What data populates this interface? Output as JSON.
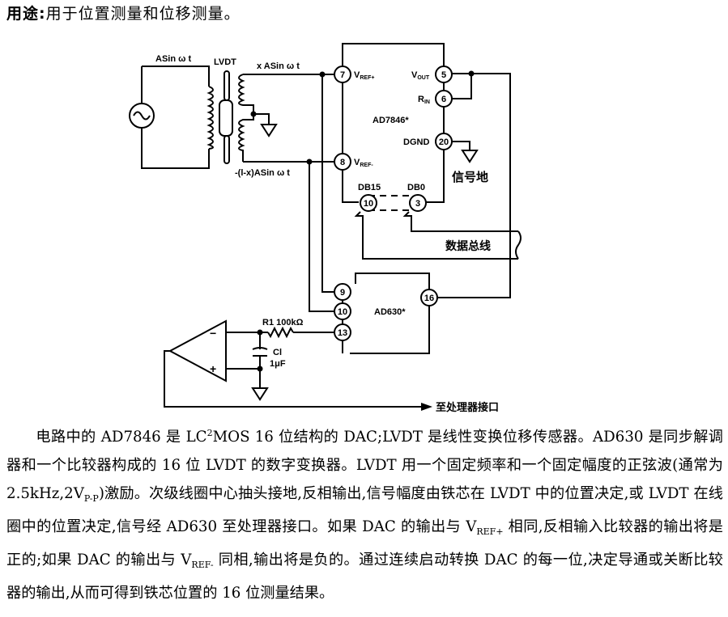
{
  "header": {
    "label": "用途",
    "colon": ":",
    "text": "用于位置测量和位移测量。"
  },
  "diagram": {
    "source_label": "ASin ω t",
    "lvdt_label": "LVDT",
    "secondary_top_label": "x ASin ω t",
    "secondary_bottom_label": "-(l-x)ASin ω t",
    "dac": {
      "name": "AD7846*",
      "pins": [
        {
          "num": "7",
          "label": "V",
          "sub": "REF+"
        },
        {
          "num": "8",
          "label": "V",
          "sub": "REF-"
        },
        {
          "num": "5",
          "label": "V",
          "sub": "OUT"
        },
        {
          "num": "6",
          "label": "R",
          "sub": "IN"
        },
        {
          "num": "20",
          "label": "DGND",
          "sub": ""
        },
        {
          "num": "10",
          "label": "DB15",
          "sub": ""
        },
        {
          "num": "3",
          "label": "DB0",
          "sub": ""
        }
      ]
    },
    "signal_ground_label": "信号地",
    "data_bus_label": "数据总线",
    "demod": {
      "name": "AD630*",
      "pins": [
        "9",
        "10",
        "13",
        "16"
      ]
    },
    "resistor_label": "R1 100kΩ",
    "capacitor_label": "Cl",
    "capacitor_value": "1μF",
    "opamp_minus": "−",
    "opamp_plus": "+",
    "output_label": "至处理器接口"
  },
  "body": {
    "line1a": "电路中的 AD7846 是 LC",
    "line1sup": "2",
    "line1b": "MOS 16 位结构的 DAC;LVDT 是线性变换位移传感器。AD630 是同步解调器和一个比较器构成的 16 位 LVDT 的数字变换器。LVDT 用一个固定频率和一个固定幅度的正弦波(通常为 2.5kHz,2V",
    "line1sub": "P-P",
    "line1c": ")激励。次级线圈中心抽头接地,反相输出,信号幅度由铁芯在 LVDT 中的位置决定,或 LVDT 在线圈中的位置决定,信号经 AD630 至处理器接口。如果 DAC 的输出与 V",
    "vref_plus_sub": "REF+",
    "line1d": " 相同,反相输入比较器的输出将是正的;如果 DAC 的输出与 V",
    "vref_minus_sub": "REF-",
    "line1e": " 同相,输出将是负的。通过连续启动转换 DAC 的每一位,决定导通或关断比较器的输出,从而可得到铁芯位置的 16 位测量结果。"
  }
}
